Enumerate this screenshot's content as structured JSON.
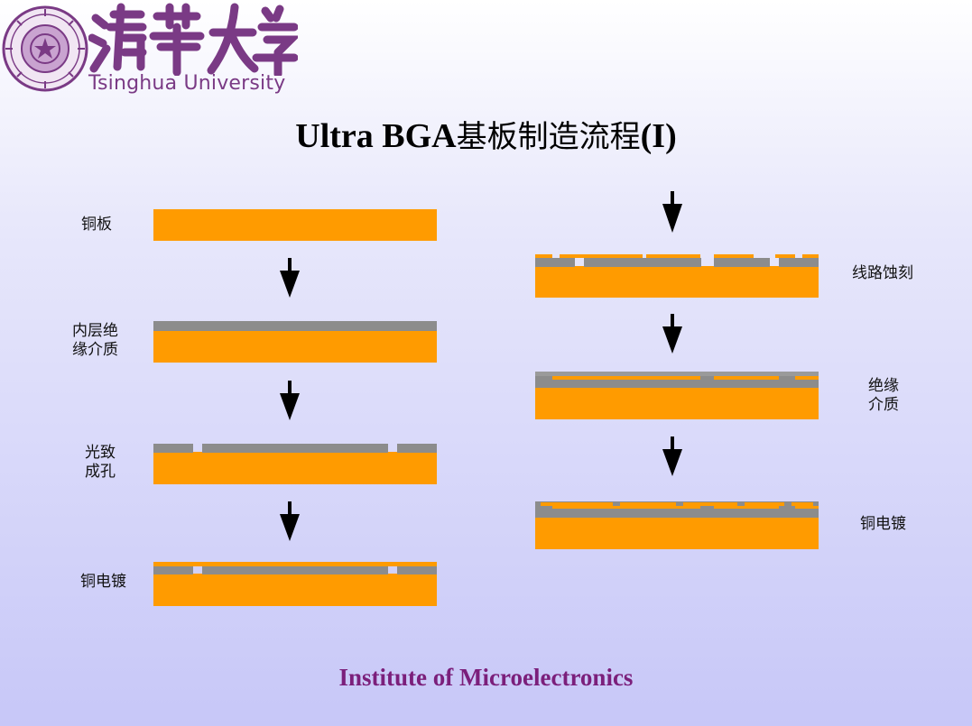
{
  "header": {
    "logo_name": "Tsinghua University",
    "logo_seal_name": "tsinghua-seal-logo",
    "logo_calligraphy_name": "tsinghua-calligraphy-logo"
  },
  "title": {
    "latin_1": "Ultra BGA",
    "chinese": "基板制造流程",
    "latin_2": "(I)"
  },
  "footer": {
    "text": "Institute of Microelectronics"
  },
  "colors": {
    "copper": "#ff9b00",
    "dielectric": "#8c8c8c",
    "arrow": "#000000",
    "footer": "#7b1f7b",
    "logo": "#7a3a85"
  },
  "diagram": {
    "left_column": [
      {
        "label_lines": [
          "铜板"
        ]
      },
      {
        "label_lines": [
          "内层绝",
          "缘介质"
        ]
      },
      {
        "label_lines": [
          "光致",
          "成孔"
        ]
      },
      {
        "label_lines": [
          "铜电镀"
        ]
      }
    ],
    "right_column": [
      {
        "label_lines": [
          "线路蚀刻"
        ]
      },
      {
        "label_lines": [
          "绝缘",
          "介质"
        ]
      },
      {
        "label_lines": [
          "铜电镀"
        ]
      }
    ]
  }
}
